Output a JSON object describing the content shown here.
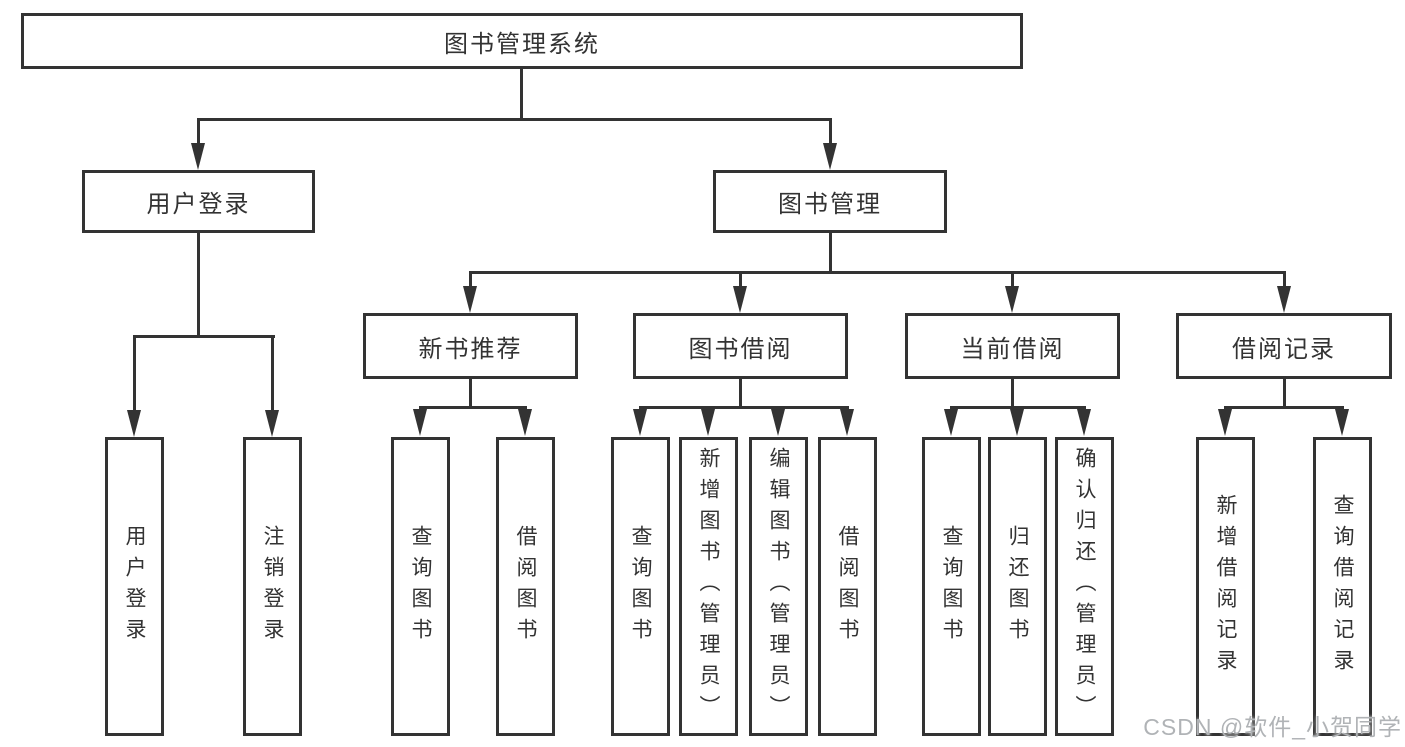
{
  "diagram": {
    "tree": {
      "label": "图书管理系统",
      "children": [
        {
          "label": "用户登录",
          "children": [
            {
              "label": "用户登录"
            },
            {
              "label": "注销登录"
            }
          ]
        },
        {
          "label": "图书管理",
          "children": [
            {
              "label": "新书推荐",
              "children": [
                {
                  "label": "查询图书"
                },
                {
                  "label": "借阅图书"
                }
              ]
            },
            {
              "label": "图书借阅",
              "children": [
                {
                  "label": "查询图书"
                },
                {
                  "label": "新增图书（管理员）"
                },
                {
                  "label": "编辑图书（管理员）"
                },
                {
                  "label": "借阅图书"
                }
              ]
            },
            {
              "label": "当前借阅",
              "children": [
                {
                  "label": "查询图书"
                },
                {
                  "label": "归还图书"
                },
                {
                  "label": "确认归还（管理员）"
                }
              ]
            },
            {
              "label": "借阅记录",
              "children": [
                {
                  "label": "新增借阅记录"
                },
                {
                  "label": "查询借阅记录"
                }
              ]
            }
          ]
        }
      ]
    }
  },
  "watermark": {
    "text": "CSDN @软件_小贺同学"
  },
  "colors": {
    "stroke": "#333333",
    "text": "#333333",
    "watermark": "#b0b3b6",
    "background": "#ffffff"
  }
}
